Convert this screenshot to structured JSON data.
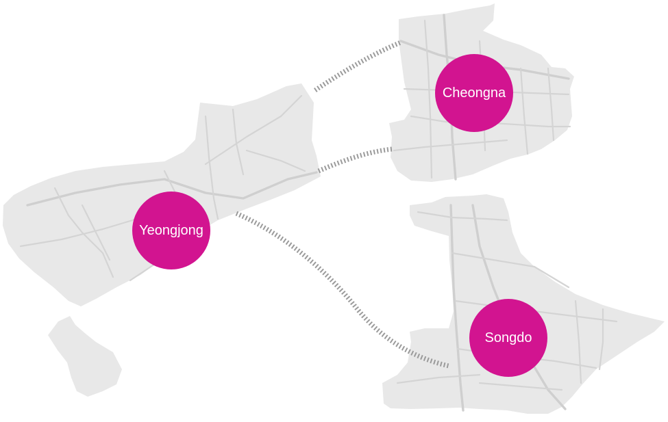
{
  "map": {
    "colors": {
      "land": "#e8e8e8",
      "road": "#d4d4d4",
      "bridge": "#9a9a9a",
      "marker": "#d21490",
      "label": "#ffffff"
    },
    "markers": [
      {
        "id": "yeongjong",
        "label": "Yeongjong"
      },
      {
        "id": "cheongna",
        "label": "Cheongna"
      },
      {
        "id": "songdo",
        "label": "Songdo"
      }
    ],
    "connections": [
      {
        "from": "Yeongjong",
        "to": "Cheongna",
        "style": "dashed-bridge"
      },
      {
        "from": "Yeongjong",
        "to": "Cheongna",
        "style": "dashed-bridge"
      },
      {
        "from": "Yeongjong",
        "to": "Songdo",
        "style": "dashed-bridge"
      }
    ]
  }
}
